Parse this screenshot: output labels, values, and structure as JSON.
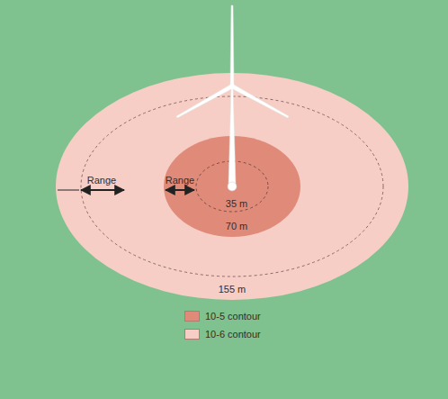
{
  "diagram": {
    "labels": [
      "Range",
      "Range",
      "35 m",
      "70 m",
      "155 m"
    ],
    "legend": [
      {
        "text": "10-5 contour",
        "color": "#e08b7a"
      },
      {
        "text": "10-6 contour",
        "color": "#f6cec6"
      }
    ]
  }
}
